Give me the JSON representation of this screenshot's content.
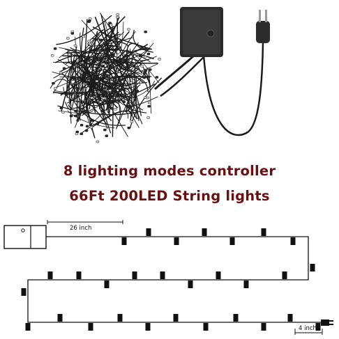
{
  "headline": {
    "line1": "8 lighting modes controller",
    "line2": "66Ft 200LED String lights",
    "color": "#6b1010"
  },
  "diagram": {
    "lead_length_label": "26 inch",
    "bulb_spacing_label": "4 inch"
  },
  "colors": {
    "wire": "#1b1b1b",
    "controller_box": "#2b2b2b",
    "background": "#ffffff"
  },
  "icons": {
    "controller": "controller-box-icon",
    "plug": "plug-icon"
  }
}
